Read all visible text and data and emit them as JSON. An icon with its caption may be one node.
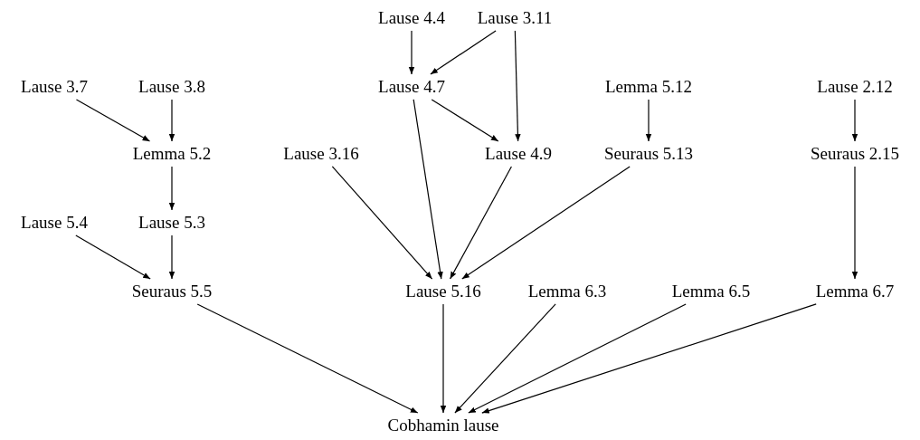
{
  "diagram": {
    "nodes": [
      {
        "text": [
          "Lause 4.4"
        ]
      },
      {
        "text": [
          "Lause 3.11"
        ]
      },
      {
        "text": [
          "Lause 3.7"
        ]
      },
      {
        "text": [
          "Lause 3.8"
        ]
      },
      {
        "text": [
          "Lause 4.7"
        ]
      },
      {
        "text": [
          "Lemma 5.12"
        ]
      },
      {
        "text": [
          "Lause 2.12"
        ]
      },
      {
        "text": [
          "Lemma 5.2"
        ]
      },
      {
        "text": [
          "Lause 3.16"
        ]
      },
      {
        "text": [
          "Lause 4.9"
        ]
      },
      {
        "text": [
          "Seuraus 5.13"
        ]
      },
      {
        "text": [
          "Seuraus 2.15"
        ]
      },
      {
        "text": [
          "Lause 5.4"
        ]
      },
      {
        "text": [
          "Lause 5.3"
        ]
      },
      {
        "text": [
          "Seuraus 5.5"
        ]
      },
      {
        "text": [
          "Lause 5.16"
        ]
      },
      {
        "text": [
          "Lemma 6.3"
        ]
      },
      {
        "text": [
          "Lemma 6.5"
        ]
      },
      {
        "text": [
          "Lemma 6.7"
        ]
      },
      {
        "text": [
          "Cobhamin lause"
        ]
      }
    ],
    "edges": [
      {
        "from": 0,
        "to": 4,
        "arrow": "to"
      },
      {
        "from": 1,
        "to": 4,
        "arrow": "to"
      },
      {
        "from": 1,
        "to": 9,
        "arrow": "to"
      },
      {
        "from": 2,
        "to": 7,
        "arrow": "to"
      },
      {
        "from": 3,
        "to": 7,
        "arrow": "to"
      },
      {
        "from": 4,
        "to": 9,
        "arrow": "to"
      },
      {
        "from": 4,
        "to": 15,
        "arrow": "to"
      },
      {
        "from": 5,
        "to": 10,
        "arrow": "to"
      },
      {
        "from": 6,
        "to": 11,
        "arrow": "to"
      },
      {
        "from": 7,
        "to": 13,
        "arrow": "to"
      },
      {
        "from": 8,
        "to": 15,
        "arrow": "to"
      },
      {
        "from": 9,
        "to": 15,
        "arrow": "to"
      },
      {
        "from": 10,
        "to": 15,
        "arrow": "to"
      },
      {
        "from": 11,
        "to": 18,
        "arrow": "to"
      },
      {
        "from": 12,
        "to": 14,
        "arrow": "to"
      },
      {
        "from": 13,
        "to": 14,
        "arrow": "to"
      },
      {
        "from": 14,
        "to": 19,
        "arrow": "to"
      },
      {
        "from": 15,
        "to": 19,
        "arrow": "to"
      },
      {
        "from": 16,
        "to": 19,
        "arrow": "to"
      },
      {
        "from": 17,
        "to": 19,
        "arrow": "to"
      },
      {
        "from": 18,
        "to": 19,
        "arrow": "to"
      }
    ]
  }
}
